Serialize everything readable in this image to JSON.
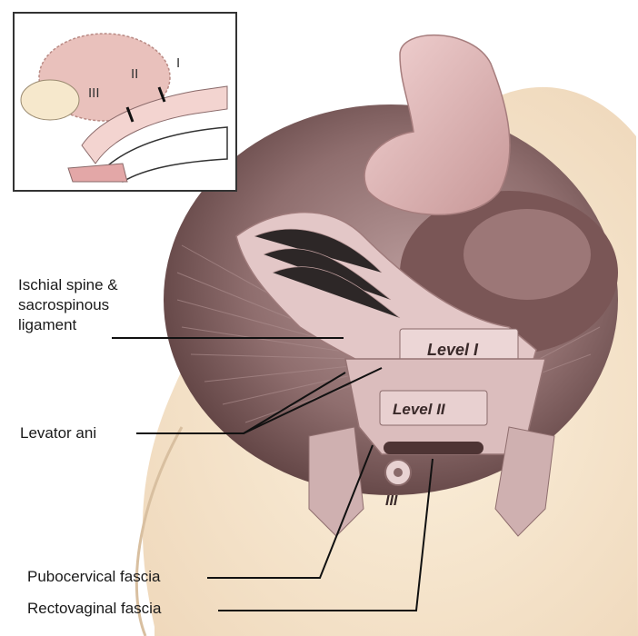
{
  "labels": {
    "ischial_spine_line1": "Ischial spine &",
    "ischial_spine_line2": "sacrospinous",
    "ischial_spine_line3": "ligament",
    "levator_ani": "Levator ani",
    "pubocervical_fascia": "Pubocervical fascia",
    "rectovaginal_fascia": "Rectovaginal fascia"
  },
  "levels": {
    "level_1": "Level I",
    "level_2": "Level II",
    "level_3": "III"
  },
  "inset": {
    "roman_1": "I",
    "roman_2": "II",
    "roman_3": "III"
  },
  "colors": {
    "tissue_pink": "#e7c3c3",
    "tissue_dark": "#6e4a4a",
    "skin": "#f5e3c9",
    "band": "#d9b9b9"
  }
}
